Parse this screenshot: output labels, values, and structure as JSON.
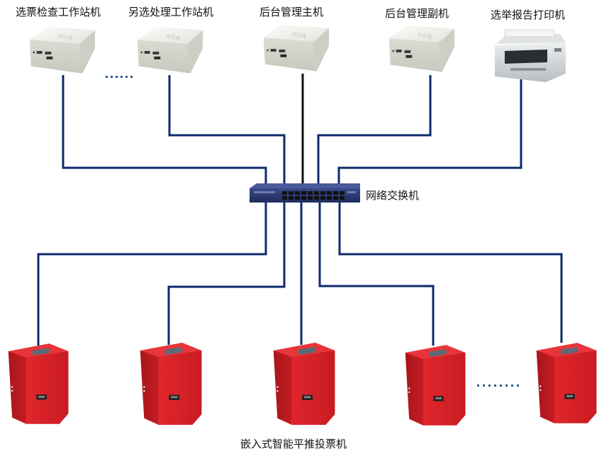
{
  "top_devices": {
    "ballot_check_station": "选票检查工作站机",
    "alt_ballot_station": "另选处理工作站机",
    "backend_main_host": "后台管理主机",
    "backend_secondary_host": "后台管理副机",
    "report_printer": "选举报告打印机"
  },
  "switch": {
    "label": "网络交换机"
  },
  "bottom": {
    "label": "嵌入式智能平推投票机"
  },
  "colors": {
    "cable": "#0d2b6b",
    "cable_main": "#111111",
    "box_body": "#e9e8e2",
    "machine_red": "#d9222a",
    "switch_body": "#2b3a73",
    "ellipsis": "#2d5c8f"
  },
  "icons": {
    "workstation": "mini-pc-box-icon",
    "printer": "laser-printer-icon",
    "switch": "network-switch-icon",
    "voting_machine": "red-voting-machine-icon"
  }
}
